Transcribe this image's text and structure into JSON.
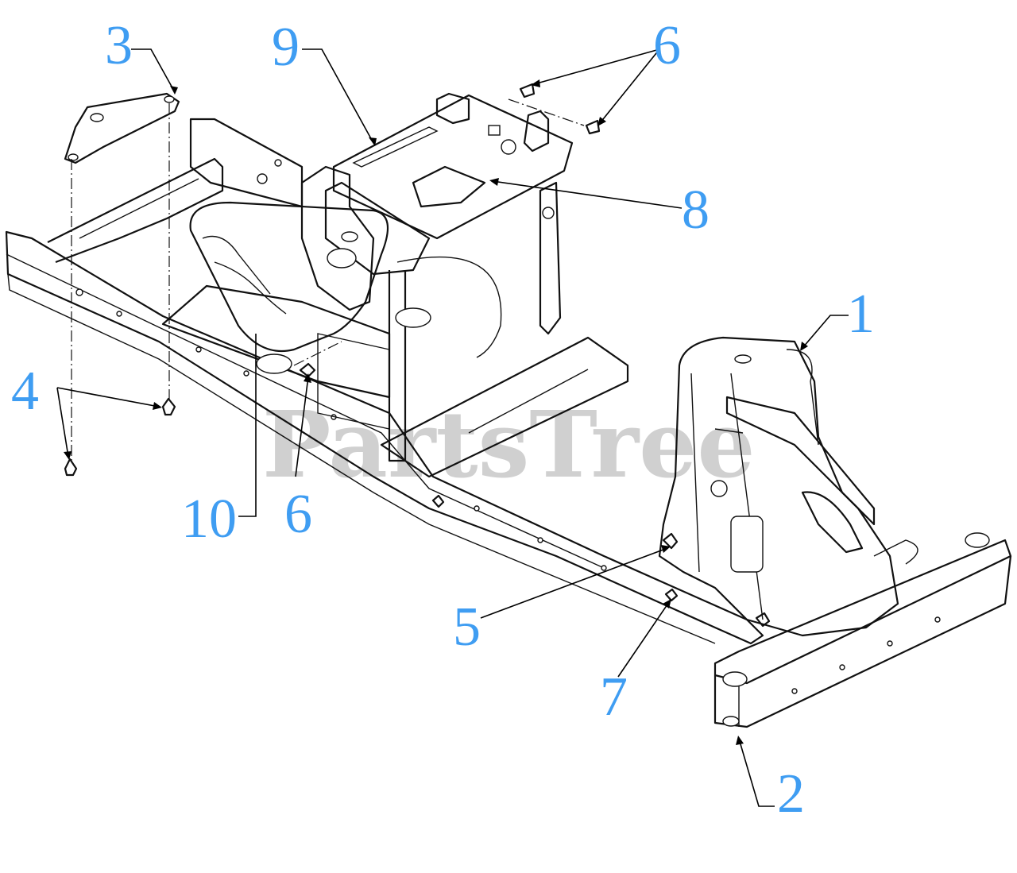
{
  "watermark": "PartsTree",
  "callouts": {
    "c1": "1",
    "c2": "2",
    "c3": "3",
    "c4": "4",
    "c5": "5",
    "c6a": "6",
    "c6b": "6",
    "c7": "7",
    "c8": "8",
    "c9": "9",
    "c10": "10"
  },
  "colors": {
    "callout": "#3f9df2",
    "line": "#111111",
    "watermark": "#c8c8c8"
  }
}
